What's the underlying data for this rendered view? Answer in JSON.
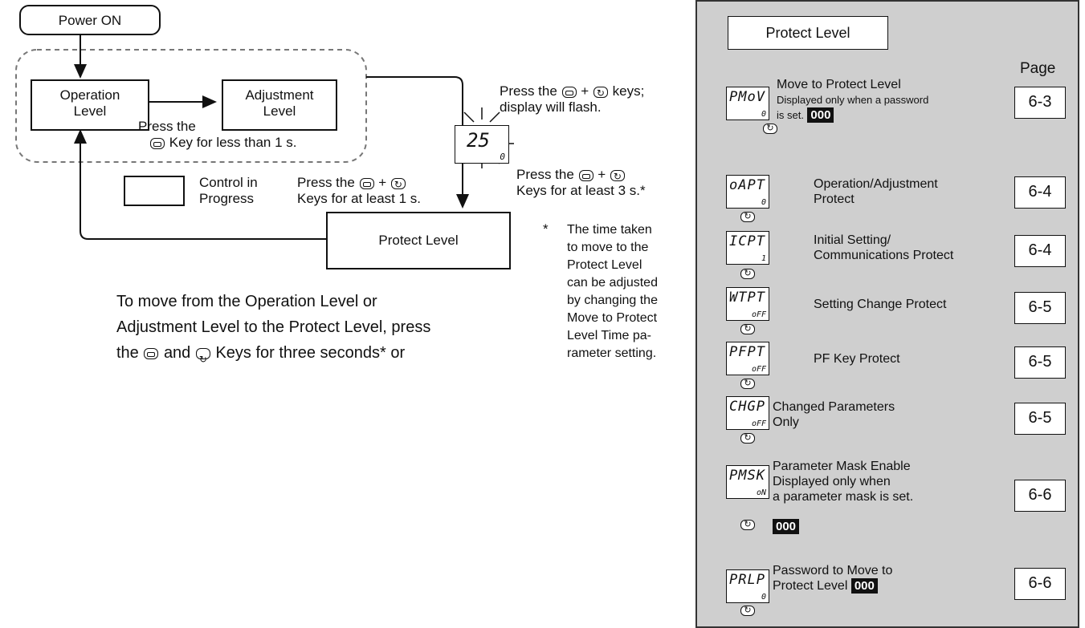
{
  "flow": {
    "power_on": "Power ON",
    "operation_level": "Operation\nLevel",
    "adjustment_level": "Adjustment\nLevel",
    "press_less_1s_a": "Press the",
    "press_less_1s_b": "Key for less than 1 s.",
    "control_in_progress": "Control in\nProgress",
    "press_keys_1s_a": "Press the",
    "press_keys_1s_b": "Keys for at least 1 s.",
    "press_keys_flash_a": "Press the",
    "press_keys_flash_b": "keys;",
    "press_keys_flash_c": "display will flash.",
    "display_value": "25",
    "display_sub": "0",
    "press_keys_3s_a": "Press the",
    "press_keys_3s_b": "Keys for at least 3 s.*",
    "protect_level": "Protect Level",
    "footnote_mark": "*",
    "footnote": "The time taken\nto move to the\nProtect Level\ncan be adjusted\nby changing the\nMove to Protect\nLevel Time pa-\nrameter setting.",
    "body_line1": "To move from the Operation Level or",
    "body_line2": "Adjustment Level to the Protect Level, press",
    "body_line3a": "the",
    "body_line3b": "and",
    "body_line3c": "Keys for three seconds* or"
  },
  "panel": {
    "title": "Protect Level",
    "page_header": "Page",
    "items": [
      {
        "code": "PMoV",
        "sub": "0",
        "label": "Move to Protect Level",
        "note": "Displayed only when a password\nis set.",
        "password": "000",
        "page": "6-3"
      },
      {
        "code": "oAPT",
        "sub": "0",
        "label": "Operation/Adjustment\nProtect",
        "page": "6-4"
      },
      {
        "code": "ICPT",
        "sub": "1",
        "label": "Initial Setting/\nCommunications Protect",
        "page": "6-4"
      },
      {
        "code": "WTPT",
        "sub": "oFF",
        "label": "Setting Change Protect",
        "page": "6-5"
      },
      {
        "code": "PFPT",
        "sub": "oFF",
        "label": "PF Key Protect",
        "page": "6-5"
      },
      {
        "code": "CHGP",
        "sub": "oFF",
        "label": "Changed Parameters\nOnly",
        "page": "6-5"
      },
      {
        "code": "PMSK",
        "sub": "oN",
        "label": "Parameter Mask Enable",
        "note": "Displayed only when\na parameter mask is set.",
        "password": "000",
        "page": "6-6"
      },
      {
        "code": "PRLP",
        "sub": "0",
        "label": "Password to Move to\nProtect Level",
        "password": "000",
        "page": "6-6"
      }
    ]
  }
}
